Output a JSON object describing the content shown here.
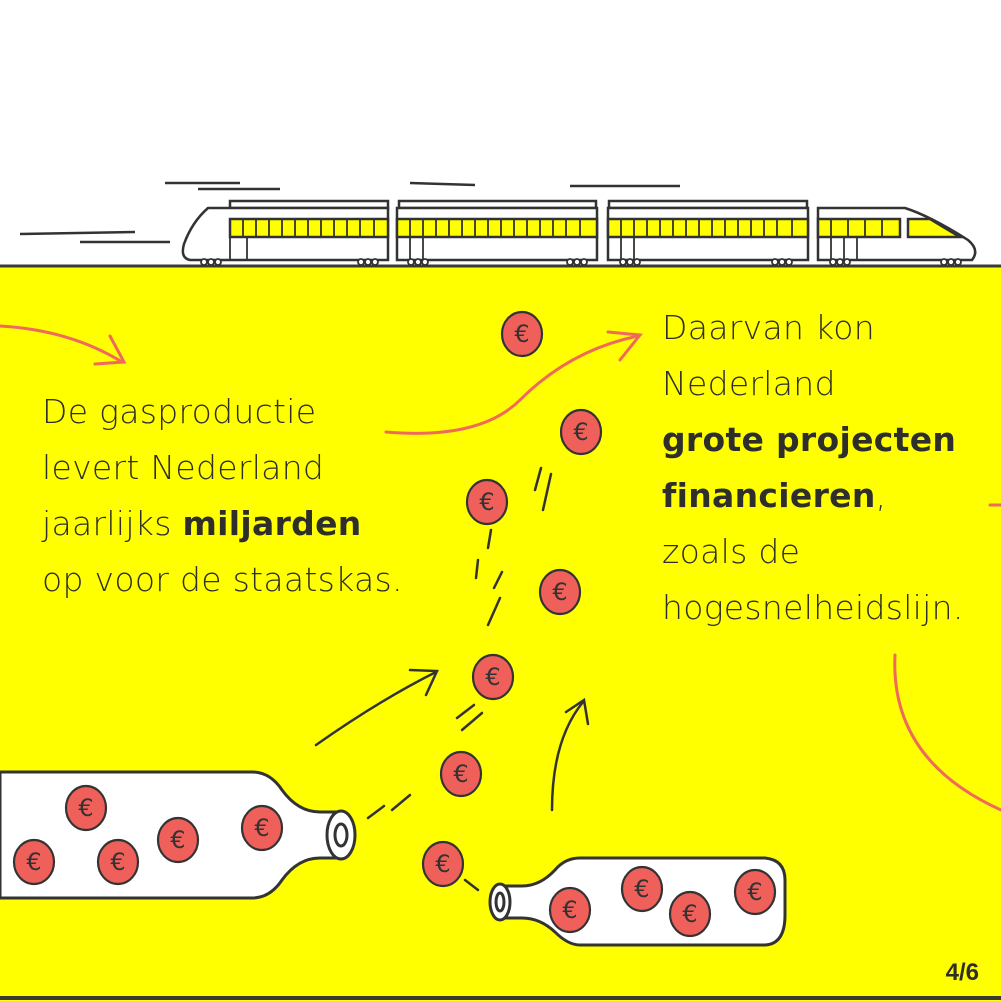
{
  "left_text": {
    "line1": "De gasproductie",
    "line2": "levert Nederland",
    "line3_pre": "jaarlijks ",
    "line3_bold": "miljarden",
    "line4": "op voor de staatskas."
  },
  "right_text": {
    "line1": "Daarvan kon",
    "line2": "Nederland",
    "line3_bold": "grote projecten",
    "line4_bold": "financieren",
    "line4_post": ",",
    "line5": "zoals de",
    "line6": "hogesnelheidslijn."
  },
  "coin_symbol": "€",
  "page_indicator": "4/6",
  "colors": {
    "background": "#ffff00",
    "coin": "#f0605a",
    "arrow": "#f06a5a",
    "ink": "#2e2e2a"
  }
}
